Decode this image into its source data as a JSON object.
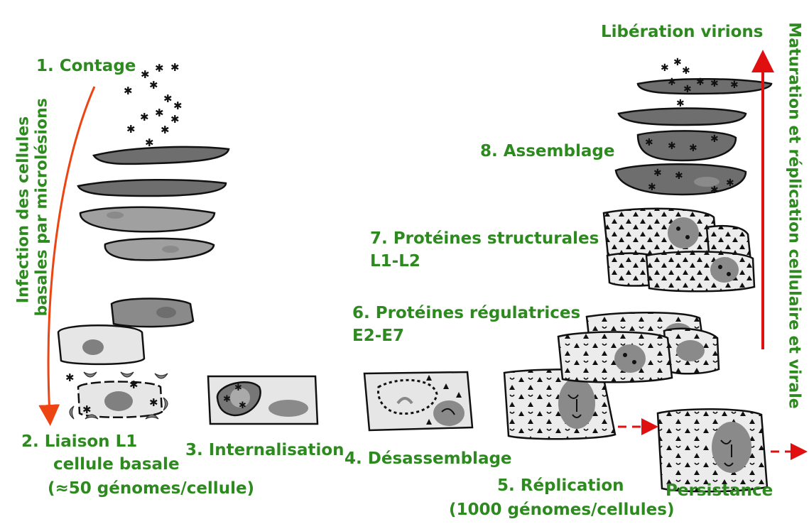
{
  "labels": {
    "contage": "1. Contage",
    "liaison_1": "2. Liaison L1",
    "liaison_2": "cellule basale",
    "liaison_3": "(≈50 génomes/cellule)",
    "internalisation": "3. Internalisation",
    "desassemblage": "4. Désassemblage",
    "replication_1": "5. Réplication",
    "replication_2": "(1000 génomes/cellules)",
    "persistance": "Persistance",
    "regulatrices_1": "6. Protéines régulatrices",
    "regulatrices_2": "E2-E7",
    "structurales_1": "7. Protéines structurales",
    "structurales_2": "L1-L2",
    "assemblage": "8. Assemblage",
    "liberation": "Libération virions",
    "infection_1": "Infection des cellules",
    "infection_2": "basales par microlésions",
    "maturation": "Maturation et réplication cellulaire et virale"
  },
  "colors": {
    "label": "#2d8a1e",
    "arrow_left": "#ee4411",
    "arrow_right": "#e01010",
    "cell_dark": "#6e6e6e",
    "cell_mid": "#a0a0a0",
    "cell_light": "#e6e6e6",
    "nucleus": "#8a8a8a"
  }
}
